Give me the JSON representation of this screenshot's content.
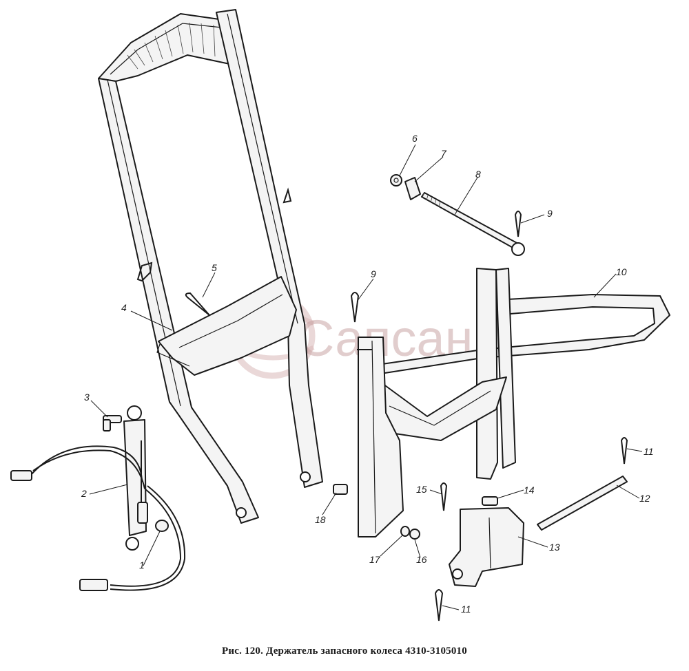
{
  "caption": "Рис. 120. Держатель запасного колеса 4310-3105010",
  "watermark": "Сапсан",
  "callouts": [
    "1",
    "2",
    "3",
    "4",
    "5",
    "6",
    "7",
    "8",
    "9",
    "9",
    "10",
    "11",
    "11",
    "12",
    "13",
    "14",
    "15",
    "16",
    "17",
    "18"
  ]
}
